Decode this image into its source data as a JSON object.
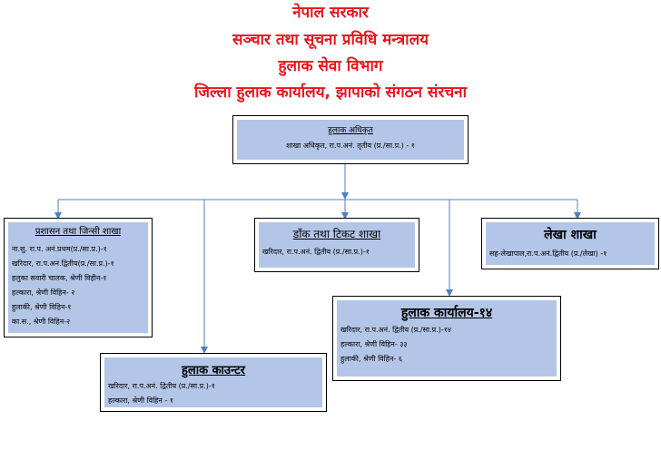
{
  "header": {
    "line1": "नेपाल सरकार",
    "line2": "सञ्चार तथा सूचना प्रविधि मन्त्रालय",
    "line3": "हुलाक सेवा विभाग",
    "line4": "जिल्ला हुलाक कार्यालय, झापाको संगठन संरचना"
  },
  "chief": {
    "title": "हुलाक अधिकृत",
    "lines": [
      "शाखा अधिकृत, रा.प.अनं. तृतीय (प्र./सा.प्र.) - १"
    ]
  },
  "admin": {
    "title": "प्रशासन तथा जिन्सी शाखा",
    "lines": [
      "ना.सु. रा.प. अनं.प्रथम(प्र./सा.प्र.)-१",
      "खरिदार, रा.प.अनं.द्वितीय(प्र./सा.प्र.)-१",
      "हलुका सवारी चालक, श्रेणी विहीन-१",
      "हल्कारा, श्रेणी विहिन- २",
      "हुलाकी, श्रेणी विहिन-१",
      "का.स., श्रेणी विहिन-२"
    ]
  },
  "dak": {
    "title": "डाँक तथा टिकट शाखा",
    "lines": [
      "खरिदार, रा.प.अनं. द्वितीय (प्र./सा.प्र.)-१"
    ]
  },
  "accounts": {
    "title": "लेखा शाखा",
    "lines": [
      "सह-लेखापाल,रा.प.अनं.द्वितीय (प्र./लेखा) -१"
    ]
  },
  "counter": {
    "title": "हुलाक काउन्टर",
    "lines": [
      "खरिदार, रा.प.अनं. द्वितीय (प्र./सा.प्र.)-१",
      "हल्कारा, श्रेणी विहिन - १"
    ]
  },
  "office14": {
    "title": "हुलाक कार्यालय-१४",
    "lines": [
      "खरिदार, रा.प.अनं. द्वितीय (प्र./सा.प्र.)-१४",
      "हल्कारा, श्रेणी विहिन- ३३",
      "हुलाकी, श्रेणी विहिन- ६"
    ]
  },
  "colors": {
    "title": "#e8141b",
    "box_fill": "#b4c6e7",
    "connector": "#4f81bd"
  }
}
